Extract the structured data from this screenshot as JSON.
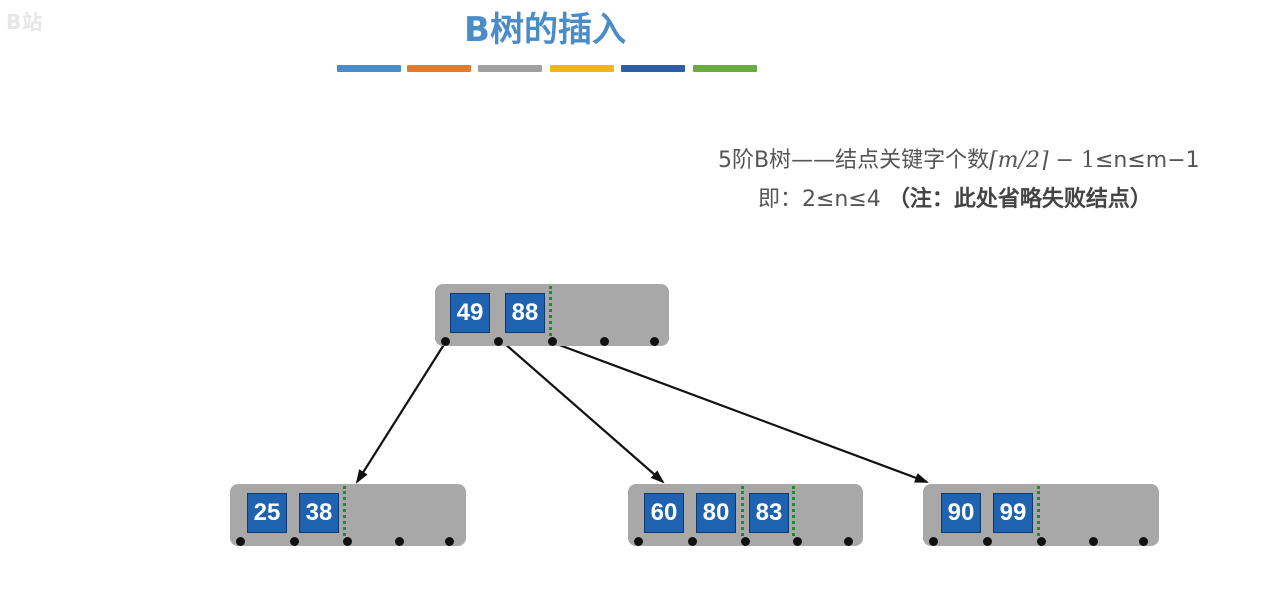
{
  "logo": "B站",
  "title": "B树的插入",
  "color_bars": [
    "#4a8cc7",
    "#e07a2e",
    "#a0a0a0",
    "#f0b41e",
    "#2f5ea8",
    "#6aac3e"
  ],
  "info": {
    "line1_prefix": "5阶B树——结点关键字个数",
    "line1_math": "⌈m/2⌉",
    "line1_mid": " − 1",
    "line1_suffix": "≤n≤m−1",
    "line2_prefix": "即：2≤n≤4",
    "line2_note": "（注：此处省略失败结点）"
  },
  "tree": {
    "root": {
      "keys": [
        "49",
        "88"
      ]
    },
    "children": [
      {
        "keys": [
          "25",
          "38"
        ]
      },
      {
        "keys": [
          "60",
          "80",
          "83"
        ]
      },
      {
        "keys": [
          "90",
          "99"
        ]
      }
    ]
  }
}
